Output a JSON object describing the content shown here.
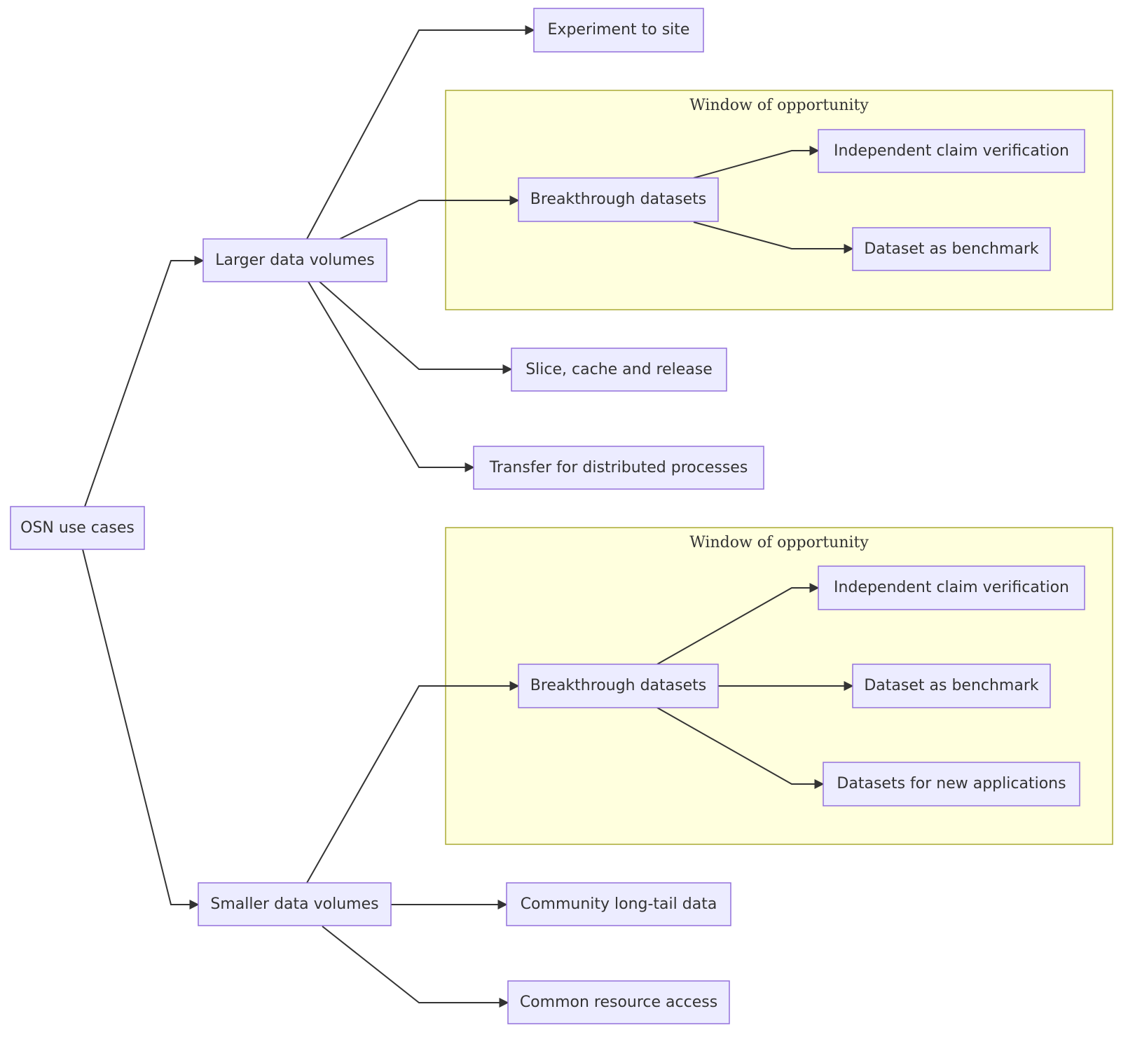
{
  "colors": {
    "node_fill": "#ececff",
    "node_border": "#9370db",
    "group_fill": "#ffffde",
    "group_border": "#aaaa33",
    "edge": "#333333",
    "text": "#333333"
  },
  "diagram": {
    "groups": {
      "window_upper": {
        "label": "Window of opportunity"
      },
      "window_lower": {
        "label": "Window of opportunity"
      }
    },
    "nodes": {
      "osn_use_cases": {
        "label": "OSN use cases"
      },
      "larger_data_volumes": {
        "label": "Larger data volumes"
      },
      "smaller_data_volumes": {
        "label": "Smaller data volumes"
      },
      "experiment_to_site": {
        "label": "Experiment to site"
      },
      "breakthrough_datasets_upper": {
        "label": "Breakthrough datasets"
      },
      "independent_claim_verification_upper": {
        "label": "Independent claim verification"
      },
      "dataset_as_benchmark_upper": {
        "label": "Dataset as benchmark"
      },
      "slice_cache_release": {
        "label": "Slice, cache and release"
      },
      "transfer_distributed": {
        "label": "Transfer for distributed processes"
      },
      "breakthrough_datasets_lower": {
        "label": "Breakthrough datasets"
      },
      "independent_claim_verification_lower": {
        "label": "Independent claim verification"
      },
      "dataset_as_benchmark_lower": {
        "label": "Dataset as benchmark"
      },
      "datasets_new_applications": {
        "label": "Datasets for new applications"
      },
      "community_long_tail": {
        "label": "Community long-tail data"
      },
      "common_resource_access": {
        "label": "Common resource access"
      }
    }
  }
}
